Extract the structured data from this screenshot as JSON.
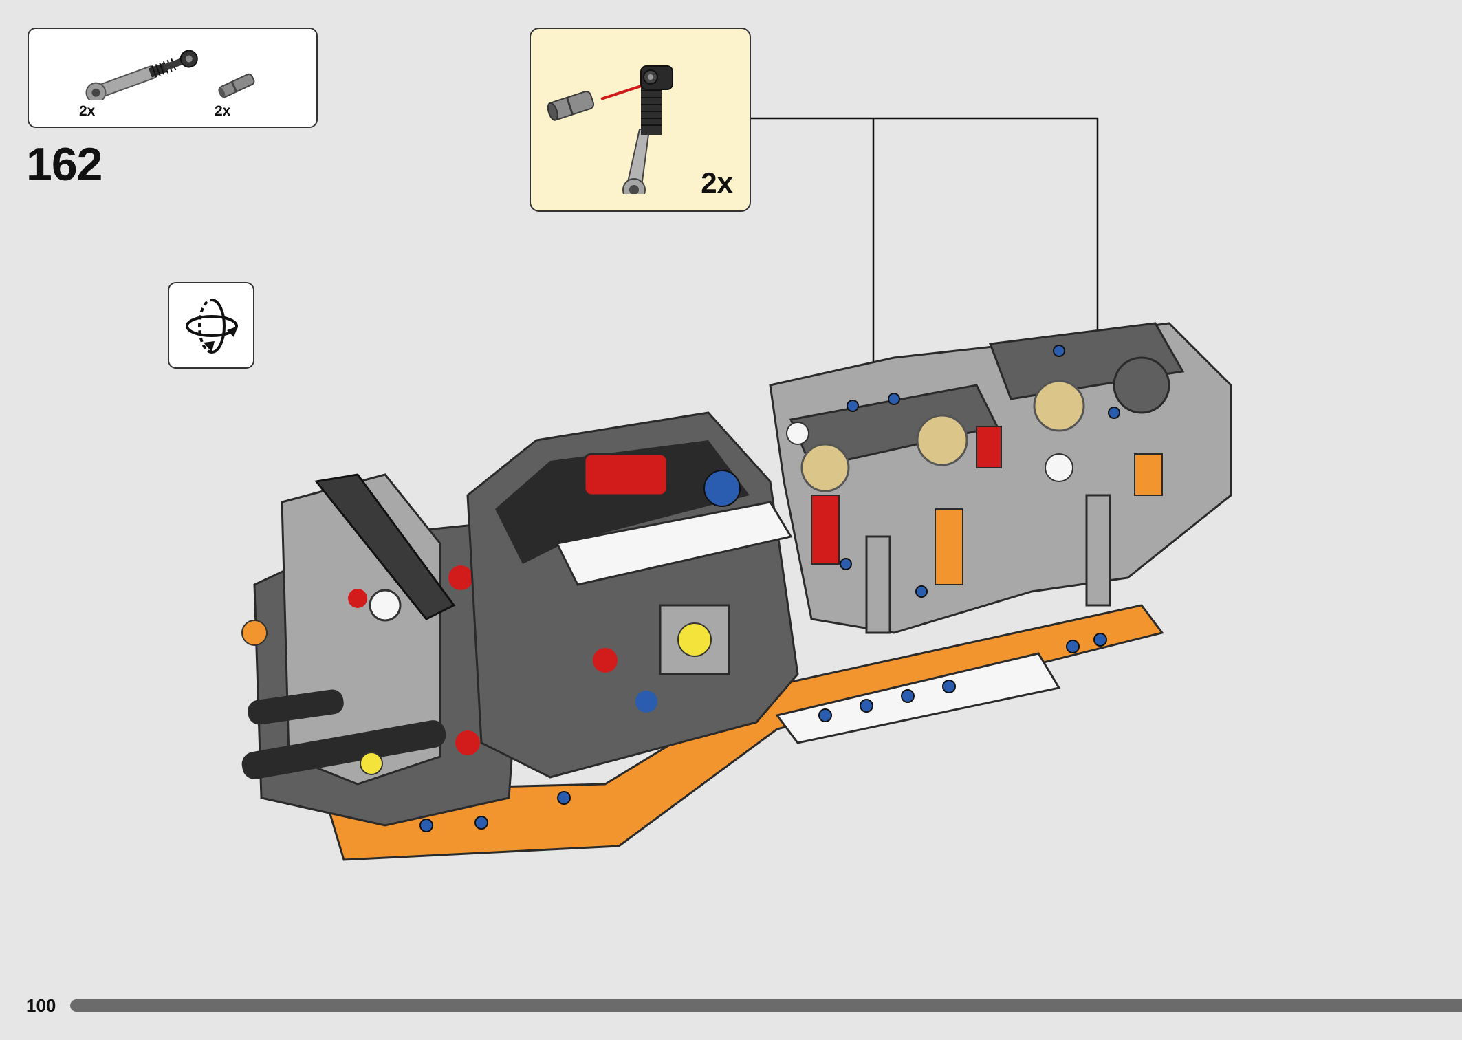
{
  "parts_list": [
    {
      "name": "shock-absorber",
      "quantity": "2x"
    },
    {
      "name": "connector-peg",
      "quantity": "2x"
    }
  ],
  "step_number": "162",
  "subassembly": {
    "quantity": "2x",
    "background_color": "#fcf3cc",
    "arrow_color": "#d21c1c"
  },
  "rotate_icon": "rotate-model-icon",
  "page_number": "100",
  "progress": {
    "fraction": 1.0,
    "color": "#6b6b6b"
  },
  "colors": {
    "background": "#e6e6e6",
    "dark_gray": "#5f5f5f",
    "light_gray": "#a8a8a8",
    "black": "#2a2a2a",
    "red": "#d21c1c",
    "orange": "#f2952e",
    "white": "#f6f6f6",
    "blue": "#2a5db0",
    "tan": "#dcc588",
    "yellow": "#f3e33a"
  }
}
